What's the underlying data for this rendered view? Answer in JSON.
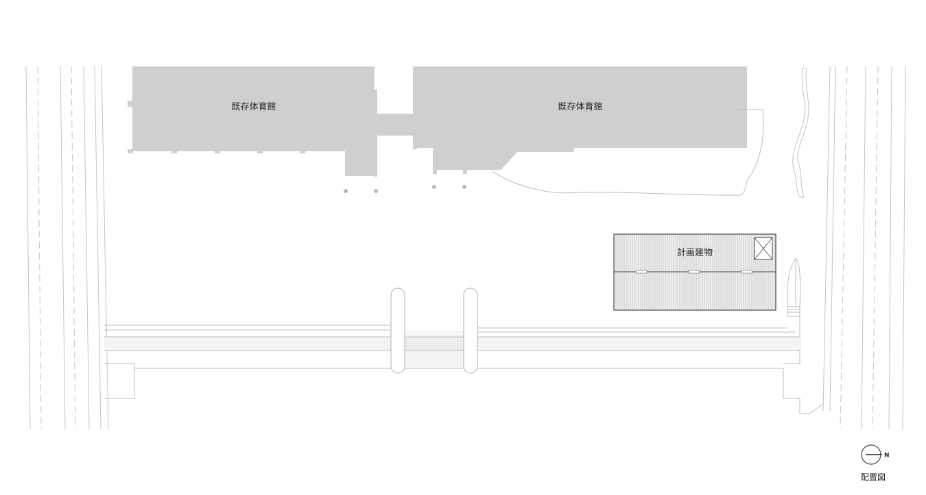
{
  "labels": {
    "gym_west": "既存体育館",
    "gym_east": "既存体育館",
    "planned_building": "計画建物"
  },
  "north_arrow": {
    "letter": "N",
    "caption": "配置図"
  },
  "colors": {
    "existing_building_fill": "#cfcfcf",
    "line_light": "#bdbdbd",
    "line_dark": "#444444",
    "background": "#ffffff"
  }
}
